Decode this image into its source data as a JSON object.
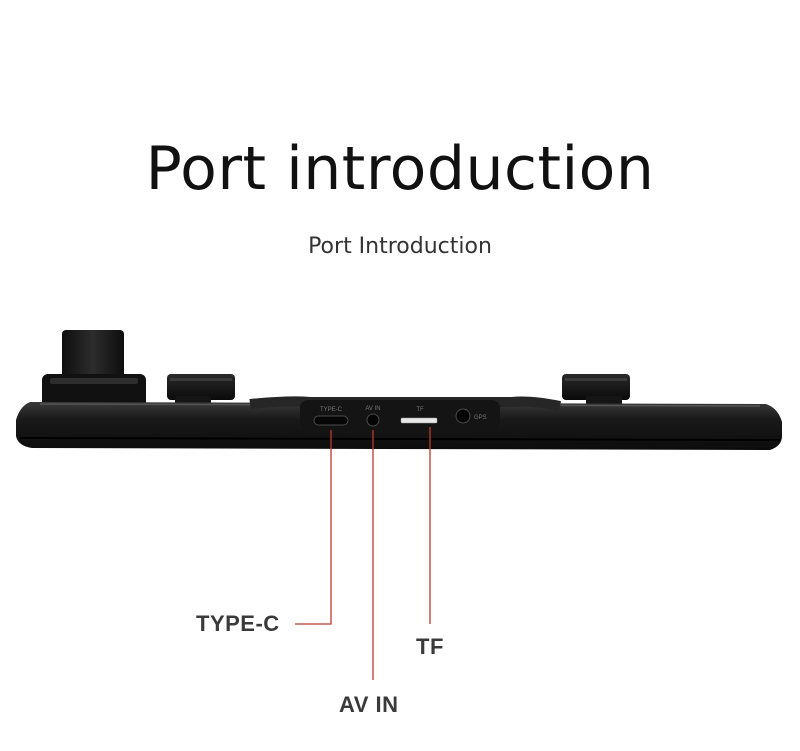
{
  "title": "Port introduction",
  "subtitle": "Port Introduction",
  "device": {
    "port_labels": [
      "TYPE-C",
      "AV IN",
      "TF",
      "GPS"
    ]
  },
  "callouts": {
    "type_c": "TYPE-C",
    "av_in": "AV IN",
    "tf": "TF"
  },
  "colors": {
    "leader_line": "#c0392b",
    "device_body": "#1c1c1c"
  }
}
